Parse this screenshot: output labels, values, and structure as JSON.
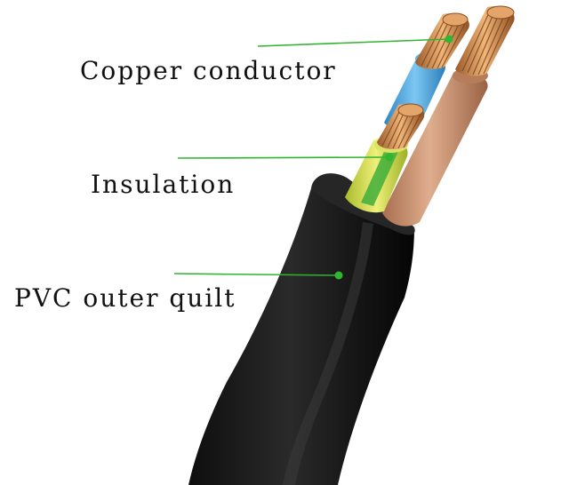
{
  "labels": {
    "copper": "Copper conductor",
    "insulation": "Insulation",
    "pvc": "PVC outer quilt"
  },
  "colors": {
    "leader": "#2fb52f",
    "jacket": "#1a1a1a",
    "blue_insulation": "#4aa6e0",
    "brown_insulation": "#c98f6c",
    "yellow_green_insulation": "#c9d94a",
    "copper": "#c8874a"
  }
}
